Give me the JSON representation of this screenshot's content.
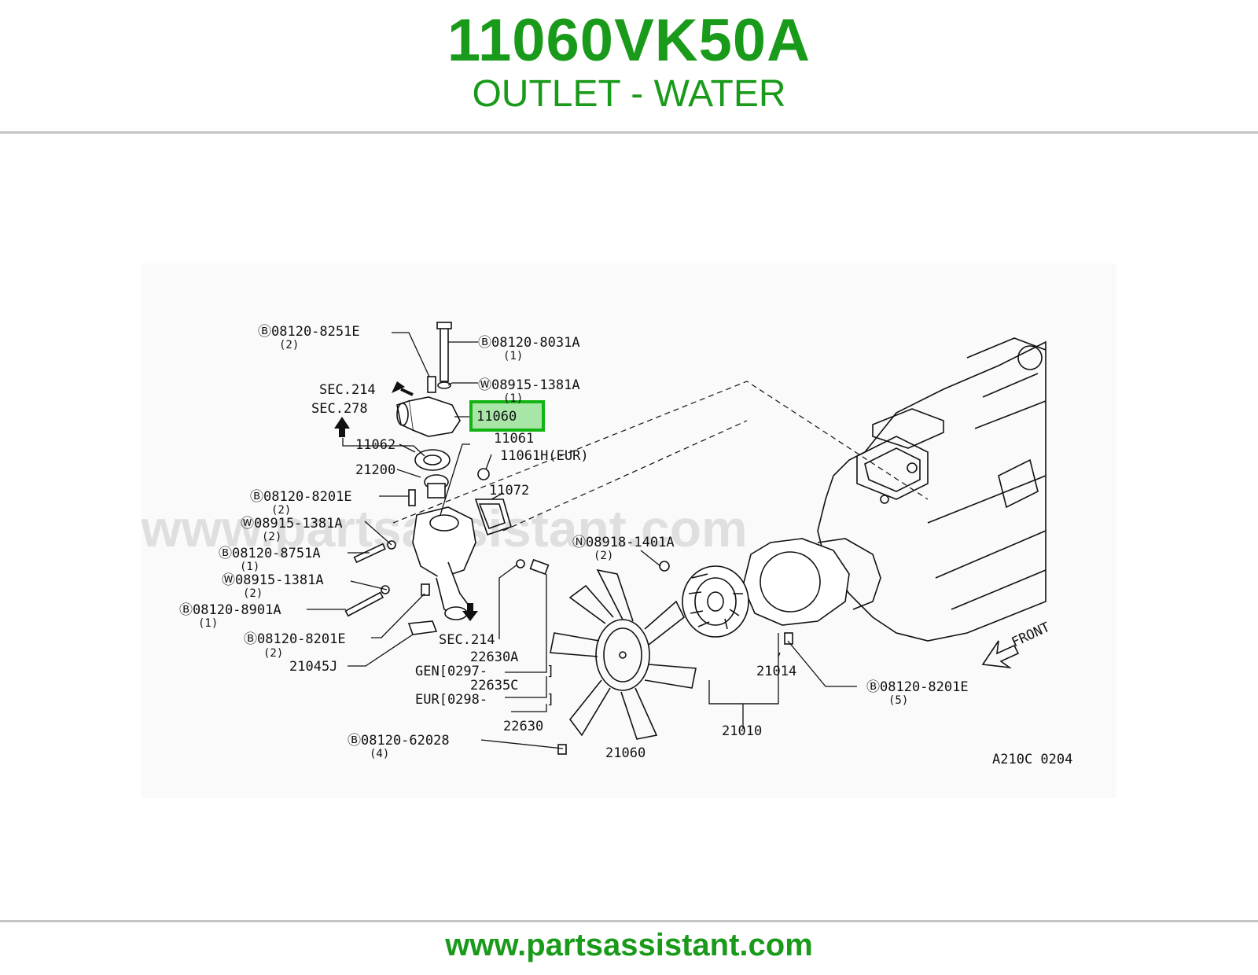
{
  "header": {
    "part_number": "11060VK50A",
    "part_name": "OUTLET - WATER"
  },
  "footer": {
    "url": "www.partsassistant.com"
  },
  "diagram": {
    "watermark": "www.partsassistant.com",
    "drawing_code": "A210C 0204",
    "front_label": "FRONT",
    "highlighted_part": "11060",
    "labels": {
      "b_08120_8251E": "Ⓑ08120-8251E",
      "b_08120_8251E_qty": "(2)",
      "b_08120_8031A": "Ⓑ08120-8031A",
      "b_08120_8031A_qty": "(1)",
      "w_08915_1381A_top": "Ⓦ08915-1381A",
      "w_08915_1381A_top_qty": "(1)",
      "sec214_top": "SEC.214",
      "sec278": "SEC.278",
      "p11061": "11061",
      "p11062": "11062",
      "p11061H": "11061H(EUR)",
      "p21200": "21200",
      "b_08120_8201E_a": "Ⓑ08120-8201E",
      "b_08120_8201E_a_qty": "(2)",
      "p11072": "11072",
      "w_08915_1381A_mid": "Ⓦ08915-1381A",
      "w_08915_1381A_mid_qty": "(2)",
      "n_08918_1401A": "Ⓝ08918-1401A",
      "n_08918_1401A_qty": "(2)",
      "b_08120_8751A": "Ⓑ08120-8751A",
      "b_08120_8751A_qty": "(1)",
      "w_08915_1381A_low": "Ⓦ08915-1381A",
      "w_08915_1381A_low_qty": "(2)",
      "b_08120_8901A": "Ⓑ08120-8901A",
      "b_08120_8901A_qty": "(1)",
      "b_08120_8201E_b": "Ⓑ08120-8201E",
      "b_08120_8201E_b_qty": "(2)",
      "sec214_bottom": "SEC.214",
      "p21045J": "21045J",
      "p22630A": "22630A",
      "gen": "GEN[0297-",
      "p22635C": "22635C",
      "eur": "EUR[0298-",
      "bracket_close_1": "]",
      "bracket_close_2": "]",
      "p22630": "22630",
      "b_08120_62028": "Ⓑ08120-62028",
      "b_08120_62028_qty": "(4)",
      "p21060": "21060",
      "p21010": "21010",
      "p21014": "21014",
      "b_08120_8201E_c": "Ⓑ08120-8201E",
      "b_08120_8201E_c_qty": "(5)"
    }
  }
}
